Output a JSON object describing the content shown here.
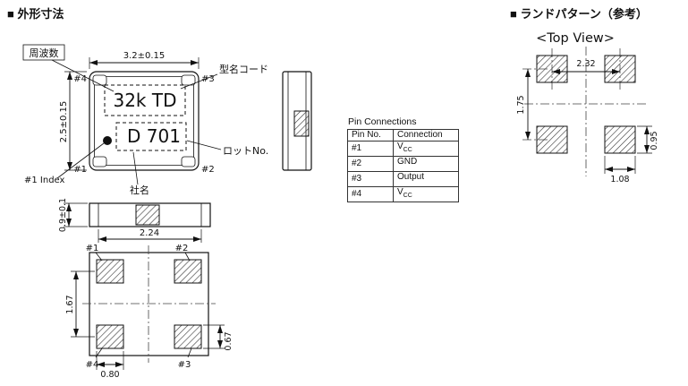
{
  "headings": {
    "left": "■ 外形寸法",
    "right": "■ ランドパターン（参考）",
    "top_view": "<Top View>"
  },
  "package": {
    "marking_line1": "32k TD",
    "marking_line2": "D 701",
    "dim_width": "3.2±0.15",
    "dim_height": "2.5±0.15",
    "labels": {
      "frequency": "周波数",
      "model_code": "型名コード",
      "lot_no": "ロットNo.",
      "company": "社名",
      "index": "#1 Index"
    },
    "pins": {
      "p1": "#1",
      "p2": "#2",
      "p3": "#3",
      "p4": "#4"
    }
  },
  "pin_table": {
    "title": "Pin Connections",
    "headers": [
      "Pin No.",
      "Connection"
    ],
    "rows": [
      {
        "pin": "#1",
        "conn": "V",
        "conn_sub": "CC"
      },
      {
        "pin": "#2",
        "conn": "GND",
        "conn_sub": ""
      },
      {
        "pin": "#3",
        "conn": "Output",
        "conn_sub": ""
      },
      {
        "pin": "#4",
        "conn": "V",
        "conn_sub": "CC"
      }
    ]
  },
  "side_view": {
    "dim_height": "0.9±0.1",
    "dim_width": "2.24"
  },
  "bottom_view": {
    "pins": {
      "p1": "#1",
      "p2": "#2",
      "p3": "#3",
      "p4": "#4"
    },
    "dim_pitch_v": "1.67",
    "dim_pad_w": "0.80",
    "dim_pad_h": "0.67"
  },
  "land_pattern": {
    "dim_pitch_h": "2.32",
    "dim_pitch_v": "1.75",
    "dim_pad_h": "0.95",
    "dim_pad_w": "1.08"
  }
}
